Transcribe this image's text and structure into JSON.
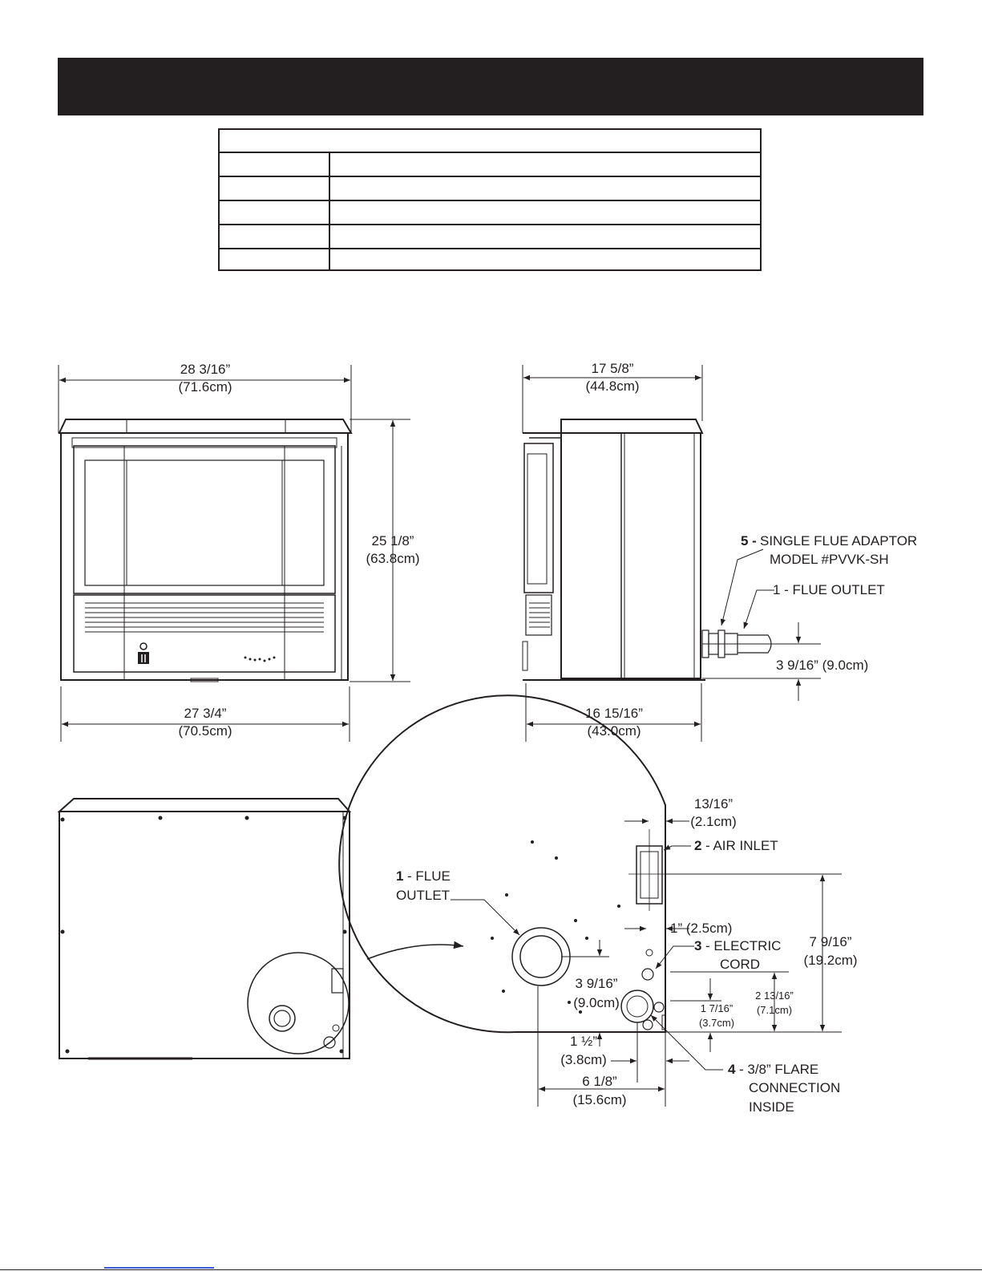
{
  "header": {
    "title": ""
  },
  "spec_table": {
    "title": "",
    "rows": [
      {
        "label": "",
        "value": ""
      },
      {
        "label": "",
        "value": ""
      },
      {
        "label": "",
        "value": ""
      },
      {
        "label": "",
        "value": ""
      },
      {
        "label": "",
        "value": ""
      }
    ]
  },
  "front_view": {
    "top_width": "28 3/16”",
    "top_width_cm": "(71.6cm)",
    "height": "25 1/8”",
    "height_cm": "(63.8cm)",
    "bottom_width": "27 3/4”",
    "bottom_width_cm": "(70.5cm)"
  },
  "side_view": {
    "top_depth": "17 5/8”",
    "top_depth_cm": "(44.8cm)",
    "bottom_depth": "16 15/16”",
    "bottom_depth_cm": "(43.0cm)",
    "flue_height": "3 9/16” (9.0cm)",
    "callout_5_num": "5 -",
    "callout_5_line1": "SINGLE FLUE ADAPTOR",
    "callout_5_line2": "MODEL #PVVK-SH",
    "callout_1_text": "1 - FLUE OUTLET"
  },
  "rear_detail": {
    "c1_num": "1",
    "c1_line1": "- FLUE",
    "c1_line2": "OUTLET",
    "c2_num": "2",
    "c2_text": "- AIR INLET",
    "c3_num": "3",
    "c3_line1": "- ELECTRIC",
    "c3_line2": "CORD",
    "c4_num": "4",
    "c4_line1": "- 3/8” FLARE",
    "c4_line2": "CONNECTION",
    "c4_line3": "INSIDE",
    "d_13_16": "13/16”",
    "d_13_16_cm": "(2.1cm)",
    "d_1in": "1” (2.5cm)",
    "d_7_9_16": "7 9/16”",
    "d_7_9_16_cm": "(19.2cm)",
    "d_2_13_16": "2 13/16”",
    "d_2_13_16_cm": "(7.1cm)",
    "d_1_7_16": "1 7/16”",
    "d_1_7_16_cm": "(3.7cm)",
    "d_3_9_16": "3 9/16”",
    "d_3_9_16_cm": "(9.0cm)",
    "d_1_half": "1 ½”",
    "d_1_half_cm": "(3.8cm)",
    "d_6_1_8": "6 1/8”",
    "d_6_1_8_cm": "(15.6cm)"
  }
}
